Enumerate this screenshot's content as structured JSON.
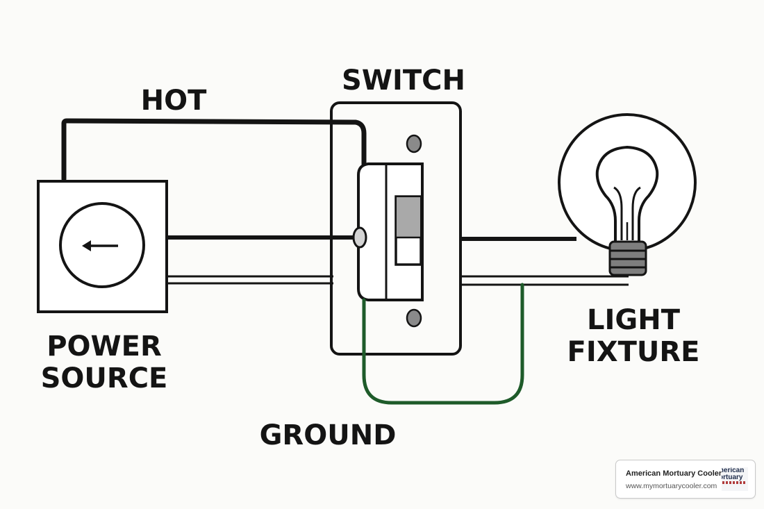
{
  "labels": {
    "hot": "HOT",
    "switch": "SWITCH",
    "power_source_line1": "POWER",
    "power_source_line2": "SOURCE",
    "light_fixture_line1": "LIGHT",
    "light_fixture_line2": "FIXTURE",
    "ground": "GROUND"
  },
  "badge": {
    "name": "American Mortuary Coolers",
    "url": "www.mymortuarycooler.com",
    "logo_line1": "merican",
    "logo_line2": "ortuary"
  },
  "colors": {
    "wire": "#141414",
    "ground_wire": "#1e5b2a",
    "background": "#fbfbf9",
    "toggle_gray": "#a9a9a9",
    "screw_gray": "#8a8a8a"
  },
  "icons": {
    "power_source": "arrow-left-meter-icon",
    "light": "light-bulb-icon"
  }
}
